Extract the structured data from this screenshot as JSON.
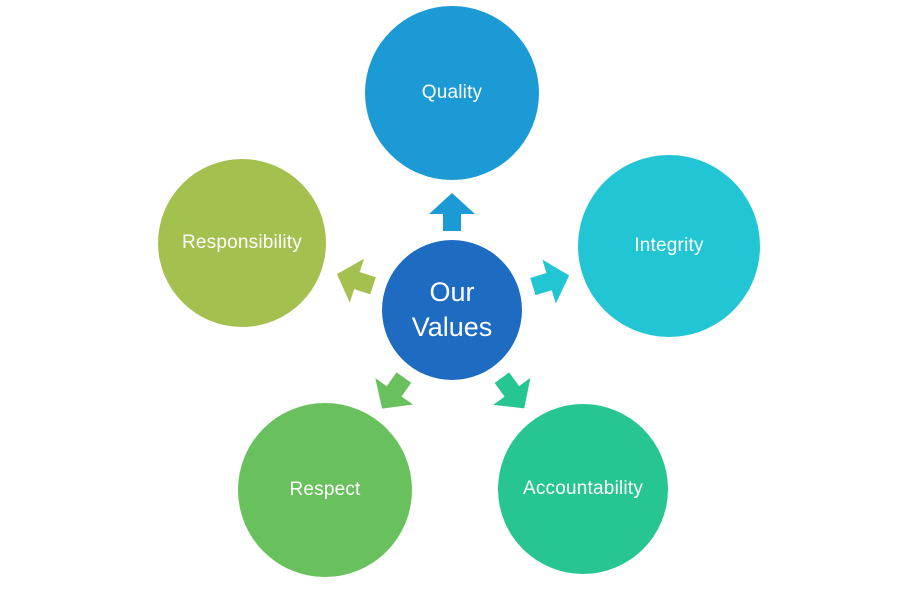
{
  "diagram": {
    "center": {
      "label": "Our\nValues",
      "color": "#1E6BC2",
      "text_color": "#FFFFFF"
    },
    "nodes": [
      {
        "id": "quality",
        "label": "Quality",
        "color": "#1B9AD5"
      },
      {
        "id": "integrity",
        "label": "Integrity",
        "color": "#22C5D4"
      },
      {
        "id": "accountability",
        "label": "Accountability",
        "color": "#26C591"
      },
      {
        "id": "respect",
        "label": "Respect",
        "color": "#69C15E"
      },
      {
        "id": "responsibility",
        "label": "Responsibility",
        "color": "#A4C04F"
      }
    ],
    "arrows": [
      {
        "points_to": "quality",
        "direction": "up",
        "color": "#1B9AD5"
      },
      {
        "points_to": "integrity",
        "direction": "right",
        "color": "#22C5D4"
      },
      {
        "points_to": "accountability",
        "direction": "down-right",
        "color": "#26C591"
      },
      {
        "points_to": "respect",
        "direction": "down-left",
        "color": "#69C15E"
      },
      {
        "points_to": "responsibility",
        "direction": "left",
        "color": "#A4C04F"
      }
    ],
    "background_color": "#FFFFFF",
    "label_text_color": "#FFFFFF"
  }
}
